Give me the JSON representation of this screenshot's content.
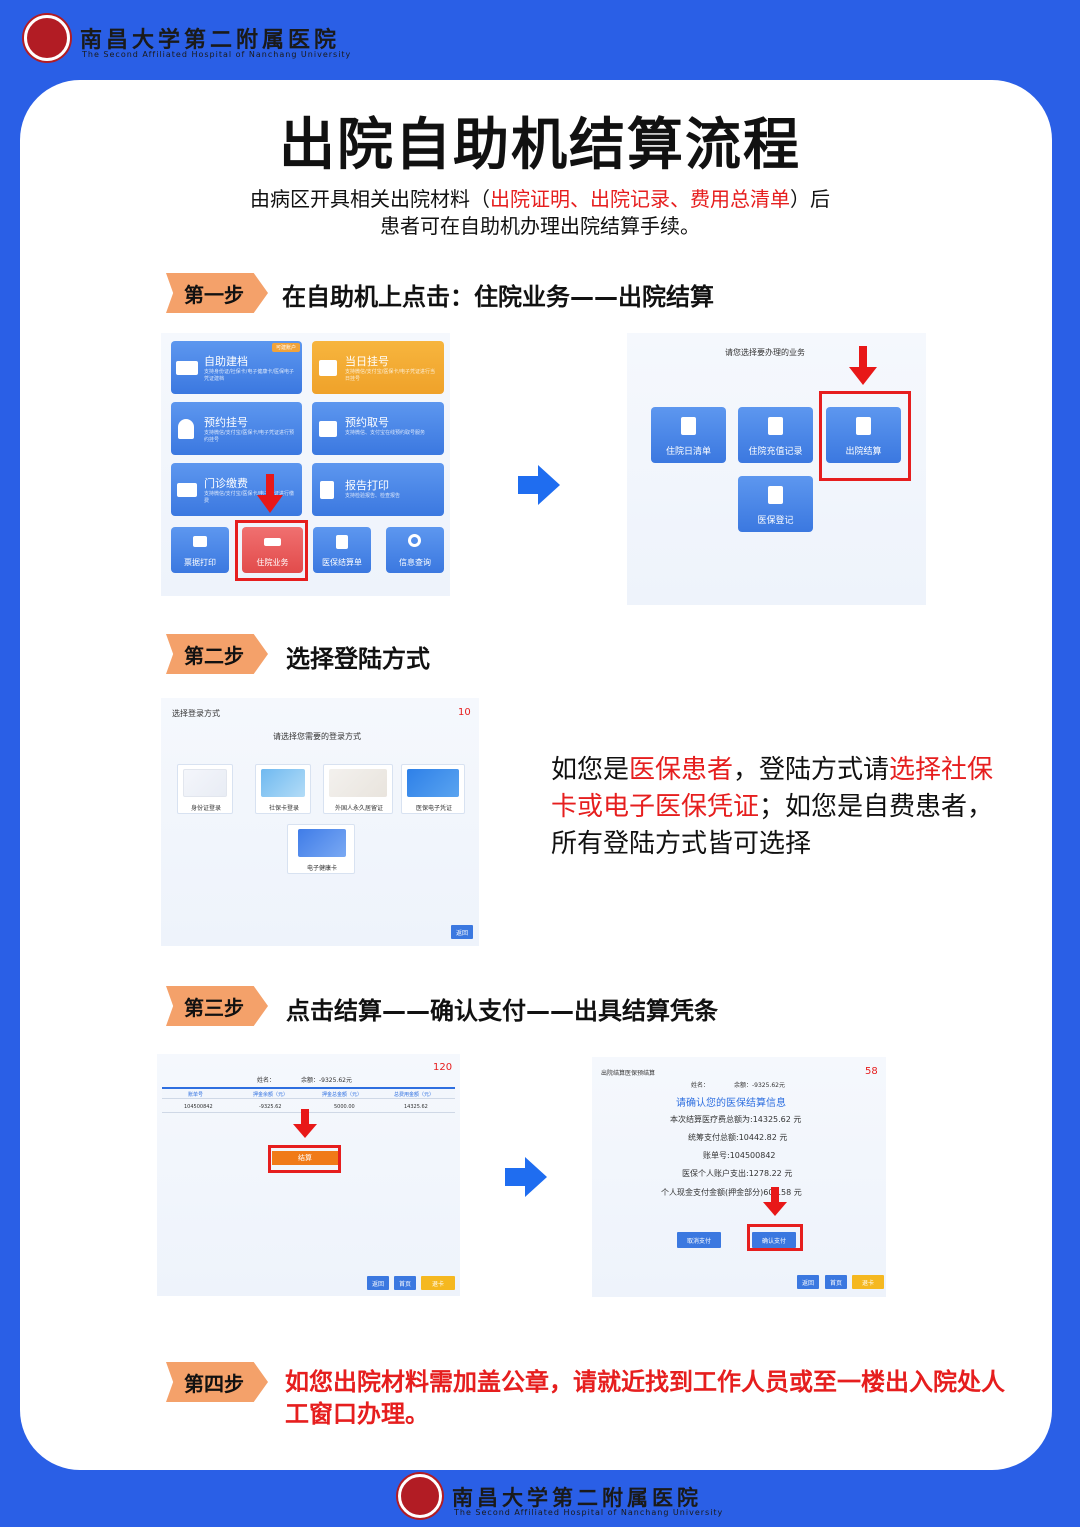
{
  "hospital": {
    "name": "南昌大学第二附属医院",
    "name_en": "The Second Affiliated Hospital of Nanchang University"
  },
  "title": "出院自助机结算流程",
  "intro": {
    "line1_pre": "由病区开具相关出院材料（",
    "line1_red": "出院证明、出院记录、费用总清单",
    "line1_post": "）后",
    "line2": "患者可在自助机办理出院结算手续。"
  },
  "steps": {
    "s1": {
      "badge": "第一步",
      "title": "在自助机上点击：住院业务——出院结算"
    },
    "s2": {
      "badge": "第二步",
      "title": "选择登陆方式"
    },
    "s3": {
      "badge": "第三步",
      "title": "点击结算——确认支付——出具结算凭条"
    },
    "s4": {
      "badge": "第四步",
      "text": "如您出院材料需加盖公章，请就近找到工作人员或至一楼出入院处人工窗口办理。"
    }
  },
  "step1_left": {
    "tiles": [
      {
        "label": "自助建档",
        "sub": "支持身份证/社保卡/电子健康卡/医保电子凭证建档",
        "tag": "可建账户"
      },
      {
        "label": "当日挂号",
        "sub": "支持微信/支付宝/医保卡/电子凭证进行当日挂号"
      },
      {
        "label": "预约挂号",
        "sub": "支持微信/支付宝/医保卡/电子凭证进行预约挂号"
      },
      {
        "label": "预约取号",
        "sub": "支持微信、支付宝在线预约取号服务"
      },
      {
        "label": "门诊缴费",
        "sub": "支持微信/支付宝/医保卡/电子凭证进行缴费"
      },
      {
        "label": "报告打印",
        "sub": "支持检验报告、检查报告"
      }
    ],
    "small_tiles": [
      "票据打印",
      "住院业务",
      "医保结算单",
      "信息查询"
    ]
  },
  "step1_right": {
    "prompt": "请您选择要办理的业务",
    "tiles": [
      "住院日清单",
      "住院充值记录",
      "出院结算",
      "医保登记"
    ]
  },
  "step2": {
    "corner": "选择登录方式",
    "count": "10",
    "prompt": "请选择您需要的登录方式",
    "options": [
      "身份证登录",
      "社保卡登录",
      "外国人永久居留证",
      "医保电子凭证",
      "电子健康卡"
    ],
    "back": "返回",
    "desc": {
      "p1": "如您是",
      "r1": "医保患者",
      "p2": "，登陆方式请",
      "r2": "选择社保卡或电子医保凭证",
      "p3": "；如您是自费患者，所有登陆方式皆可选择"
    }
  },
  "step3_left": {
    "count": "120",
    "patient": "姓名：",
    "balance": "余额：-9325.62元",
    "headers": [
      "账单号",
      "押金余额（元）",
      "押金总金额（元）",
      "总费用金额（元）"
    ],
    "row": [
      "104500842",
      "-9325.62",
      "5000.00",
      "14325.62"
    ],
    "settle": "结算",
    "btns": [
      "返回",
      "首页",
      "退卡"
    ]
  },
  "step3_right": {
    "corner": "出院结算医保预结算",
    "count": "58",
    "patient": "姓名：",
    "balance": "余额：-9325.62元",
    "heading": "请确认您的医保结算信息",
    "lines": [
      "本次结算医疗费总额为:14325.62 元",
      "统筹支付总额:10442.82 元",
      "账单号:104500842",
      "医保个人账户支出:1278.22 元",
      "个人现金支付金额(押金部分)604.58 元"
    ],
    "cancel": "取消支付",
    "confirm": "确认支付",
    "btns": [
      "返回",
      "首页",
      "退卡"
    ]
  },
  "colors": {
    "blue": "#2a5fe6",
    "red": "#e61e1e",
    "orange": "#f4a16a"
  }
}
